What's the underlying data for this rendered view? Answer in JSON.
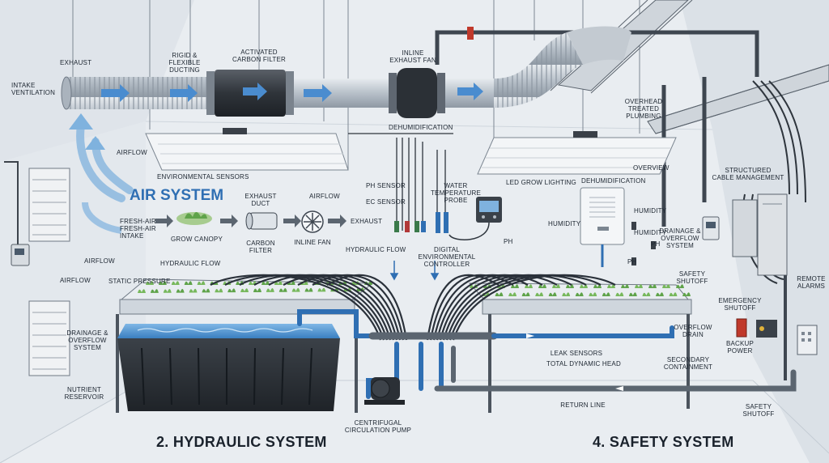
{
  "colors": {
    "background": "#e9edf1",
    "water_blue": "#2f6fb3",
    "duct_silver": "#b9c1ca",
    "plant_green": "#5fa34a",
    "line_dark": "#2a313a"
  },
  "icons": [
    "leaf-icon",
    "fan-icon",
    "duct-icon",
    "arrow-icon",
    "controller-icon"
  ],
  "air": {
    "title": "AIR SYSTEM",
    "exhaust": "EXHAUST",
    "intake_ventilation": "INTAKE\nVENTILATION",
    "ducting": "RIGID &\nFLEXIBLE\nDUCTING",
    "carbon_filter": "ACTIVATED\nCARBON FILTER",
    "inline_fan": "INLINE\nEXHAUST FAN",
    "dehumidification": "DEHUMIDIFICATION",
    "airflow_top": "AIRFLOW",
    "environmental_sensors": "ENVIRONMENTAL SENSORS",
    "fresh_air_intake": "FRESH-AIR\nFRESH-AIR\nINTAKE",
    "grow_canopy": "GROW CANOPY",
    "exhaust_duct": "EXHAUST\nDUCT",
    "airflow_mid": "AIRFLOW",
    "carbon_filter_2": "CARBON\nFILTER",
    "inline_fan_2": "INLINE FAN",
    "exhaust_2": "EXHAUST",
    "airflow_left": "AIRFLOW",
    "airflow_left2": "AIRFLOW",
    "static_pressure": "STATIC PRESSURE",
    "hydraulic_flow_left": "HYDRAULIC FLOW"
  },
  "sensors": {
    "ph_sensor": "pH SENSOR",
    "ec_sensor": "EC SENSOR",
    "water_temp": "WATER\nTEMPERATURE\nPROBE",
    "hydraulic_flow": "HYDRAULIC FLOW",
    "controller": "DIGITAL\nENVIRONMENTAL\nCONTROLLER",
    "ph": "pH"
  },
  "right": {
    "overhead_plumbing": "OVERHEAD\nTREATED\nPLUMBING",
    "led": "LED GROW LIGHTING",
    "overview": "OVERVIEW",
    "dehumidification": "DEHUMIDIFICATION",
    "cable_mgmt": "STRUCTURED\nCABLE MANAGEMENT",
    "humidity_1": "HUMIDITY",
    "humidity_2": "HUMIDITY",
    "humidity_3": "HUMIDITY",
    "ph_1": "pH",
    "ph_2": "pH",
    "drainage_overflow": "DRAINAGE &\nOVERFLOW\nSYSTEM",
    "safety_shutoff": "SAFETY\nSHUTOFF",
    "emergency_shutoff": "EMERGENCY\nSHUTOFF",
    "remote_alarms": "REMOTE\nALARMS",
    "overflow_drain": "OVERFLOW\nDRAIN",
    "backup_power": "BACKUP\nPOWER",
    "leak_sensors": "LEAK SENSORS",
    "total_dynamic_head": "TOTAL DYNAMIC HEAD",
    "secondary_containment": "SECONDARY\nCONTAINMENT",
    "return_line": "RETURN LINE",
    "safety_shutoff_2": "SAFETY\nSHUTOFF"
  },
  "hydraulic": {
    "drainage_overflow": "DRAINAGE &\nOVERFLOW\nSYSTEM",
    "nutrient_reservoir": "NUTRIENT\nRESERVOIR",
    "pump": "CENTRIFUGAL\nCIRCULATION PUMP"
  },
  "section_titles": {
    "hydraulic": "2. HYDRAULIC SYSTEM",
    "safety": "4. SAFETY SYSTEM"
  }
}
